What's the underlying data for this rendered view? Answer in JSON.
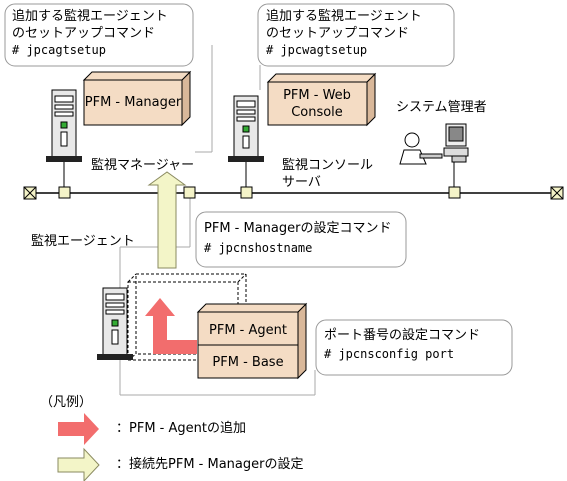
{
  "callouts": {
    "agent_setup": {
      "line1": "追加する監視エージェント",
      "line2": "のセットアップコマンド",
      "cmd": "# jpcagtsetup"
    },
    "web_setup": {
      "line1": "追加する監視エージェント",
      "line2": "のセットアップコマンド",
      "cmd": "# jpcwagtsetup"
    },
    "hostname": {
      "line1": "PFM - Managerの設定コマンド",
      "cmd": "# jpcnshostname"
    },
    "port": {
      "line1": "ポート番号の設定コマンド",
      "cmd": "# jpcnsconfig port"
    }
  },
  "components": {
    "manager": "PFM - Manager",
    "web_console_line1": "PFM - Web",
    "web_console_line2": "Console",
    "agent": "PFM - Agent",
    "base": "PFM - Base"
  },
  "labels": {
    "monitoring_manager": "監視マネージャー",
    "monitoring_console_line1": "監視コンソール",
    "monitoring_console_line2": "サーバ",
    "system_admin": "システム管理者",
    "monitoring_agent": "監視エージェント"
  },
  "legend": {
    "title": "（凡例）",
    "red_arrow": "：PFM - Agentの追加",
    "yellow_arrow": "：接続先PFM - Managerの設定"
  },
  "colors": {
    "red_arrow": "#f26d6d",
    "yellow_arrow": "#f3f5c8",
    "component_fill": "#f4dcc4"
  }
}
